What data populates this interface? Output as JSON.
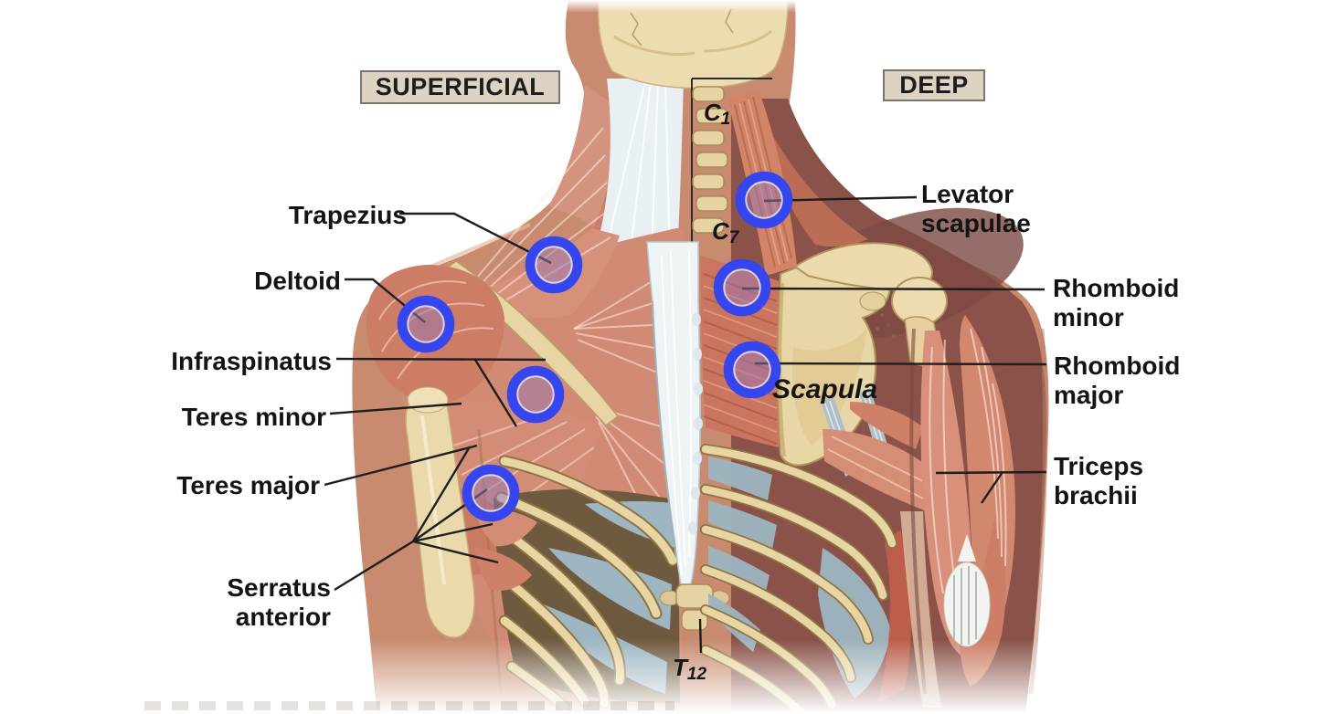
{
  "colors": {
    "marker_ring": "#3546ef",
    "marker_fill": "rgba(148,116,178,0.5)",
    "label_box_bg": "#ddd3c3",
    "label_box_border": "#7d776b",
    "label_text": "#141414"
  },
  "section_labels": {
    "superficial": "SUPERFICIAL",
    "deep": "DEEP"
  },
  "muscle_labels": {
    "trapezius": "Trapezius",
    "deltoid": "Deltoid",
    "infraspinatus": "Infraspinatus",
    "teres_minor": "Teres minor",
    "teres_major": "Teres major",
    "serratus_anterior": "Serratus\nanterior",
    "levator_scapulae": "Levator\nscapulae",
    "rhomboid_minor": "Rhomboid\nminor",
    "rhomboid_major": "Rhomboid\nmajor",
    "triceps_brachii": "Triceps\nbrachii"
  },
  "bone_labels": {
    "scapula": "Scapula",
    "c1": {
      "letter": "C",
      "number": "1"
    },
    "c7": {
      "letter": "C",
      "number": "7"
    },
    "t12": {
      "letter": "T",
      "number": "12"
    }
  },
  "markers": [
    {
      "target": "trapezius"
    },
    {
      "target": "deltoid"
    },
    {
      "target": "infraspinatus"
    },
    {
      "target": "serratus-anterior"
    },
    {
      "target": "levator-scapulae"
    },
    {
      "target": "rhomboid-minor"
    },
    {
      "target": "rhomboid-major"
    }
  ]
}
